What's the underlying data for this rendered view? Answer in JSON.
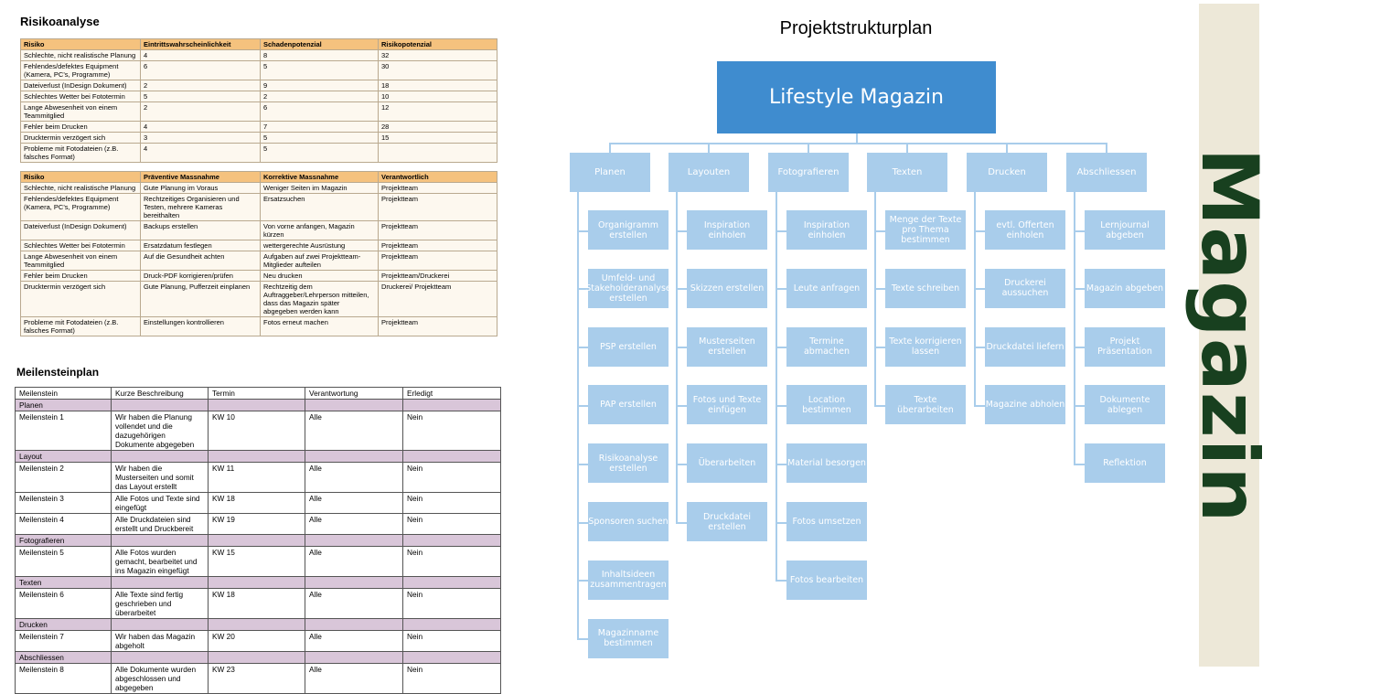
{
  "risk1": {
    "title": "Risikoanalyse",
    "headers": [
      "Risiko",
      "Eintrittswahrscheinlichkeit",
      "Schadenpotenzial",
      "Risikopotenzial"
    ],
    "rows": [
      [
        "Schlechte, nicht realistische Planung",
        "4",
        "8",
        "32"
      ],
      [
        "Fehlendes/defektes Equipment (Kamera, PC's, Programme)",
        "6",
        "5",
        "30"
      ],
      [
        "Dateiverlust (InDesign Dokument)",
        "2",
        "9",
        "18"
      ],
      [
        "Schlechtes Wetter bei Fototermin",
        "5",
        "2",
        "10"
      ],
      [
        "Lange Abwesenheit von einem Teammitglied",
        "2",
        "6",
        "12"
      ],
      [
        "Fehler beim Drucken",
        "4",
        "7",
        "28"
      ],
      [
        "Drucktermin verzögert sich",
        "3",
        "5",
        "15"
      ],
      [
        "Probleme mit Fotodateien (z.B. falsches Format)",
        "4",
        "5",
        ""
      ]
    ]
  },
  "risk2": {
    "headers": [
      "Risiko",
      "Präventive Massnahme",
      "Korrektive Massnahme",
      "Verantwortlich"
    ],
    "rows": [
      [
        "Schlechte, nicht realistische Planung",
        "Gute Planung im Voraus",
        "Weniger Seiten im Magazin",
        "Projektteam"
      ],
      [
        "Fehlendes/defektes Equipment (Kamera, PC's, Programme)",
        "Rechtzeitiges Organisieren und Testen, mehrere Kameras bereithalten",
        "Ersatzsuchen",
        "Projektteam"
      ],
      [
        "Dateiverlust (InDesign Dokument)",
        "Backups erstellen",
        "Von vorne anfangen, Magazin kürzen",
        "Projektteam"
      ],
      [
        "Schlechtes Wetter bei Fototermin",
        "Ersatzdatum festlegen",
        "wettergerechte Ausrüstung",
        "Projektteam"
      ],
      [
        "Lange Abwesenheit von einem Teammitglied",
        "Auf die Gesundheit achten",
        "Aufgaben auf zwei Projektteam-Mitglieder aufteilen",
        "Projektteam"
      ],
      [
        "Fehler beim Drucken",
        "Druck-PDF korrigieren/prüfen",
        "Neu drucken",
        "Projektteam/Druckerei"
      ],
      [
        "Drucktermin verzögert sich",
        "Gute Planung, Pufferzeit einplanen",
        "Rechtzeitig dem Auftraggeber/Lehrperson mitteilen, dass das Magazin später abgegeben werden kann",
        "Druckerei/ Projektteam"
      ],
      [
        "Probleme mit Fotodateien (z.B. falsches Format)",
        "Einstellungen kontrollieren",
        "Fotos erneut machen",
        "Projektteam"
      ]
    ]
  },
  "milestones": {
    "title": "Meilensteinplan",
    "headers": [
      "Meilenstein",
      "Kurze Beschreibung",
      "Termin",
      "Verantwortung",
      "Erledigt"
    ],
    "rows": [
      {
        "group": "Planen"
      },
      {
        "cells": [
          "Meilenstein 1",
          "Wir haben die Planung vollendet und die dazugehörigen Dokumente abgegeben",
          "KW 10",
          "Alle",
          "Nein"
        ]
      },
      {
        "group": "Layout"
      },
      {
        "cells": [
          "Meilenstein 2",
          "Wir haben die Musterseiten und somit das Layout erstellt",
          "KW 11",
          "Alle",
          "Nein"
        ]
      },
      {
        "cells": [
          "Meilenstein 3",
          "Alle Fotos und Texte sind eingefügt",
          "KW 18",
          "Alle",
          "Nein"
        ]
      },
      {
        "cells": [
          "Meilenstein 4",
          "Alle Druckdateien sind erstellt und Druckbereit",
          "KW 19",
          "Alle",
          "Nein"
        ]
      },
      {
        "group": "Fotografieren"
      },
      {
        "cells": [
          "Meilenstein 5",
          "Alle Fotos wurden gemacht, bearbeitet und ins Magazin eingefügt",
          "KW 15",
          "Alle",
          "Nein"
        ]
      },
      {
        "group": "Texten"
      },
      {
        "cells": [
          "Meilenstein 6",
          "Alle Texte sind fertig geschrieben und überarbeitet",
          "KW 18",
          "Alle",
          "Nein"
        ]
      },
      {
        "group": "Drucken"
      },
      {
        "cells": [
          "Meilenstein 7",
          "Wir haben das Magazin abgeholt",
          "KW 20",
          "Alle",
          "Nein"
        ]
      },
      {
        "group": "Abschliessen"
      },
      {
        "cells": [
          "Meilenstein 8",
          "Alle Dokumente wurden abgeschlossen und abgegeben",
          "KW 23",
          "Alle",
          "Nein"
        ]
      }
    ]
  },
  "psp": {
    "title": "Projektstrukturplan",
    "root": "Lifestyle Magazin",
    "columns": [
      {
        "name": "Planen",
        "items": [
          "Organigramm erstellen",
          "Umfeld- und Stakeholderanalyse erstellen",
          "PSP erstellen",
          "PAP erstellen",
          "Risikoanalyse erstellen",
          "Sponsoren suchen",
          "Inhaltsideen zusammentragen",
          "Magazinname bestimmen"
        ]
      },
      {
        "name": "Layouten",
        "items": [
          "Inspiration einholen",
          "Skizzen erstellen",
          "Musterseiten erstellen",
          "Fotos und Texte einfügen",
          "Überarbeiten",
          "Druckdatei erstellen"
        ]
      },
      {
        "name": "Fotografieren",
        "items": [
          "Inspiration einholen",
          "Leute anfragen",
          "Termine abmachen",
          "Location bestimmen",
          "Material besorgen",
          "Fotos umsetzen",
          "Fotos bearbeiten"
        ]
      },
      {
        "name": "Texten",
        "items": [
          "Menge der Texte pro Thema bestimmen",
          "Texte schreiben",
          "Texte korrigieren lassen",
          "Texte überarbeiten"
        ]
      },
      {
        "name": "Drucken",
        "items": [
          "evtl. Offerten einholen",
          "Druckerei aussuchen",
          "Druckdatei liefern",
          "Magazine abholen"
        ]
      },
      {
        "name": "Abschliessen",
        "items": [
          "Lernjournal abgeben",
          "Magazin abgeben",
          "Projekt Präsentation",
          "Dokumente ablegen",
          "Reflektion"
        ]
      }
    ]
  },
  "side_label": "Magazin",
  "colors": {
    "root": "#3f8ccf",
    "box": "#a9cdeb",
    "side_text": "#18401f",
    "side_panel": "#ede8d8",
    "risk_header": "#f5c27e"
  }
}
